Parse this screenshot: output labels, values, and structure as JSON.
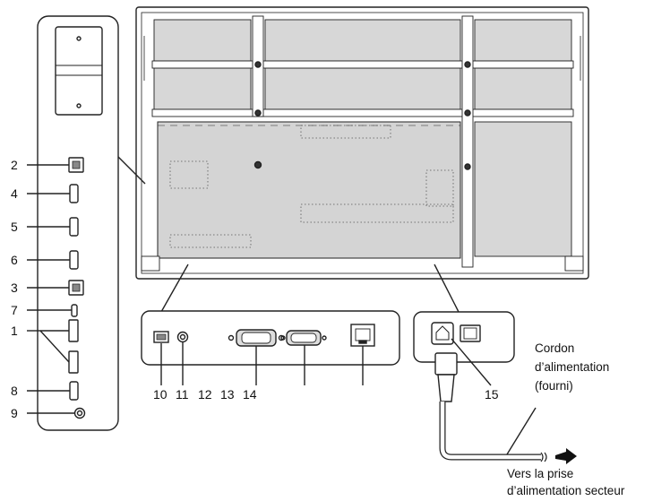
{
  "side_labels": {
    "n2": "2",
    "n4": "4",
    "n5": "5",
    "n6": "6",
    "n3": "3",
    "n7": "7",
    "n1": "1",
    "n8": "8",
    "n9": "9"
  },
  "bottom_labels": {
    "n10": "10",
    "n11": "11",
    "n12": "12",
    "n13": "13",
    "n14": "14",
    "n15": "15"
  },
  "power_cord_label": {
    "line1": "Cordon",
    "line2": "d’alimentation",
    "line3": "(fourni)"
  },
  "outlet_label": {
    "line1": "Vers la prise",
    "line2": "d’alimentation secteur"
  }
}
